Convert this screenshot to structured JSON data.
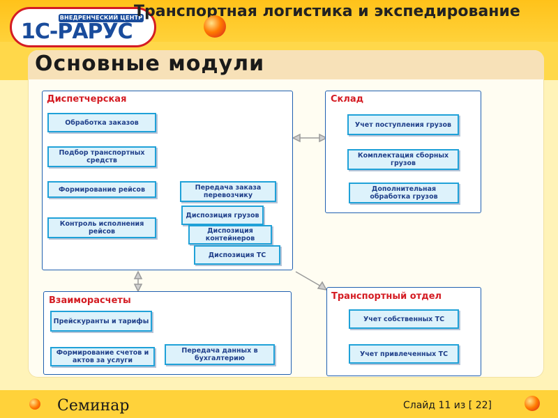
{
  "logo": {
    "band_text": "ВНЕДРЕНЧЕСКИЙ ЦЕНТР",
    "brand_text": "1С-РАРУС"
  },
  "header": {
    "title": "Транспортная логистика и экспедирование"
  },
  "page_title": "Основные модули",
  "groups": {
    "dispatch": {
      "title": "Диспетчерская",
      "nodes": [
        "Обработка заказов",
        "Подбор транспортных средств",
        "Формирование рейсов",
        "Передача заказа перевозчику",
        "Контроль исполнения рейсов",
        "Диспозиция грузов",
        "Диспозиция контейнеров",
        "Диспозиция ТС"
      ]
    },
    "warehouse": {
      "title": "Склад",
      "nodes": [
        "Учет поступления грузов",
        "Комплектация сборных грузов",
        "Дополнительная обработка грузов"
      ]
    },
    "settlements": {
      "title": "Взаиморасчеты",
      "nodes": [
        "Прейскуранты и тарифы",
        "Формирование счетов и актов за услуги",
        "Передача данных в бухгалтерию"
      ]
    },
    "transport": {
      "title": "Транспортный отдел",
      "nodes": [
        "Учет собственных ТС",
        "Учет привлеченных ТС"
      ]
    }
  },
  "footer": {
    "label": "Семинар",
    "slide_counter": "Слайд 11 из [ 22]"
  },
  "colors": {
    "accent_red": "#d41c23",
    "group_border": "#1f5fb0",
    "node_border": "#1fa1d8",
    "node_fill": "#ddf2fb",
    "node_text": "#1f3f8a"
  }
}
